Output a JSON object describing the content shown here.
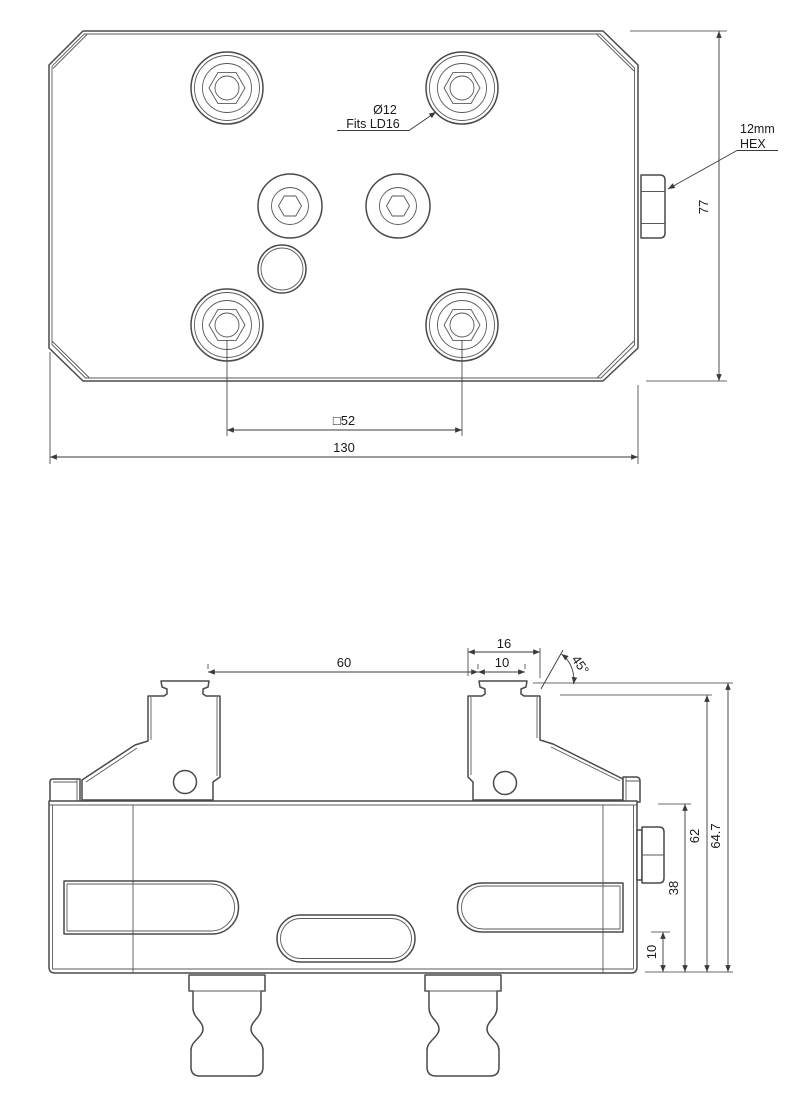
{
  "drawing": {
    "top_view": {
      "dims": {
        "plate_width": "130",
        "plate_height": "77",
        "bolt_square": "□52"
      },
      "labels": {
        "bore_dia": "Ø12",
        "bore_note": "Fits LD16",
        "hex_line1": "12mm",
        "hex_line2": "HEX"
      }
    },
    "front_view": {
      "dims": {
        "jaw_span": "60",
        "jaw_body_width": "16",
        "jaw_cap_width": "10",
        "chamfer_angle": "45°",
        "overall_height": "64.7",
        "shoulder_height": "62",
        "body_height": "38",
        "slot_height": "10"
      }
    },
    "colors": {
      "line": "#4a4a4a",
      "dimension": "#3a3a3a",
      "background": "#ffffff"
    }
  }
}
